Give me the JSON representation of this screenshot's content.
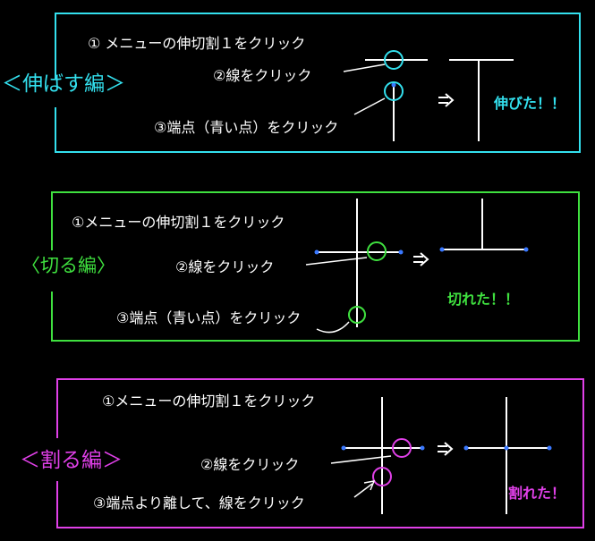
{
  "colors": {
    "background": "#000000",
    "cyan": "#33e0ee",
    "green": "#3fe03f",
    "magenta": "#e040e8",
    "white": "#ffffff",
    "blue_dot": "#3a78ff"
  },
  "sections": [
    {
      "title": "＜伸ばす編＞",
      "step1": "① メニューの伸切割１をクリック",
      "step2": "②線をクリック",
      "step3": "③端点（青い点）をクリック",
      "result": "伸びた！！"
    },
    {
      "title": "〈切る編〉",
      "step1": "①メニューの伸切割１をクリック",
      "step2": "②線をクリック",
      "step3": "③端点（青い点）をクリック",
      "result": "切れた！！"
    },
    {
      "title": "＜割る編＞",
      "step1": "①メニューの伸切割１をクリック",
      "step2": "②線をクリック",
      "step3": "③端点より離して、線をクリック",
      "result": "割れた！"
    }
  ],
  "icons": {
    "arrow": "arrow-right-icon"
  }
}
